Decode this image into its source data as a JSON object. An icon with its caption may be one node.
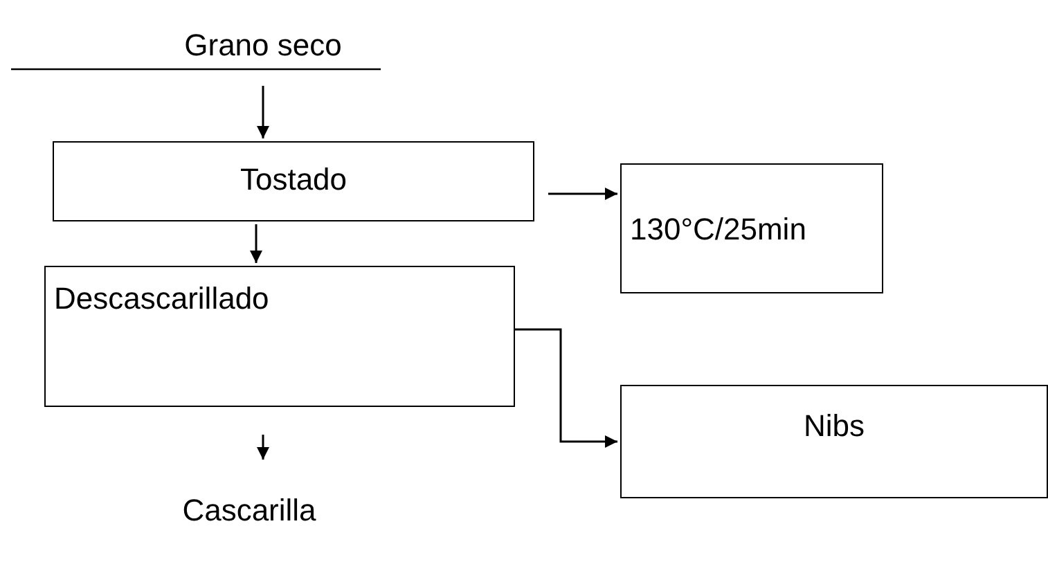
{
  "diagram": {
    "nodes": [
      {
        "text": [
          "Grano seco"
        ]
      },
      {
        "text": [
          "Tostado"
        ]
      },
      {
        "text": [
          "130°C/25min"
        ]
      },
      {
        "text": [
          "Descascarillado"
        ]
      },
      {
        "text": [
          "Nibs"
        ]
      },
      {
        "text": [
          "Cascarilla"
        ]
      }
    ],
    "edges": [
      {
        "from": 0,
        "to": 1,
        "arrow": "to"
      },
      {
        "from": 1,
        "to": 2,
        "arrow": "to"
      },
      {
        "from": 1,
        "to": 3,
        "arrow": "to"
      },
      {
        "from": 3,
        "to": 4,
        "arrow": "to"
      },
      {
        "from": 3,
        "to": 5,
        "arrow": "to"
      }
    ]
  }
}
